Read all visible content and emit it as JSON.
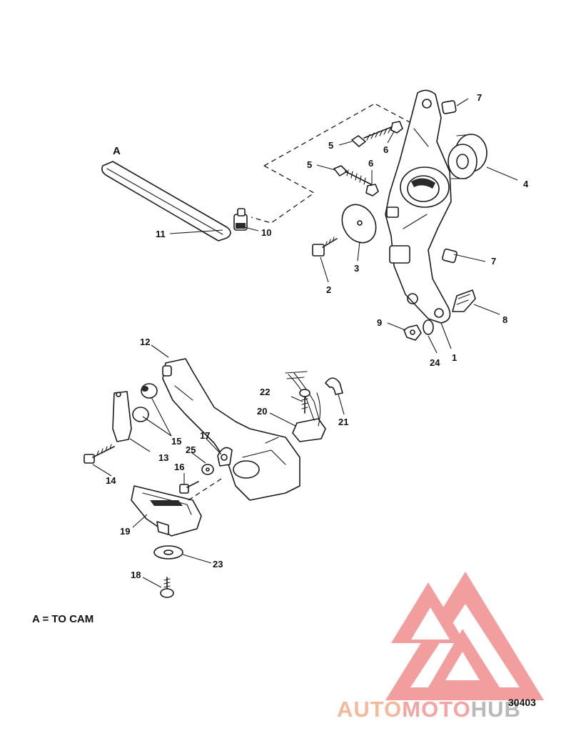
{
  "callouts": {
    "A": "A",
    "n1": "1",
    "n2": "2",
    "n3": "3",
    "n4": "4",
    "n5a": "5",
    "n5b": "5",
    "n6a": "6",
    "n6b": "6",
    "n7a": "7",
    "n7b": "7",
    "n8": "8",
    "n9": "9",
    "n10": "10",
    "n11": "11",
    "n12": "12",
    "n13": "13",
    "n14": "14",
    "n15": "15",
    "n16": "16",
    "n17": "17",
    "n18": "18",
    "n19": "19",
    "n20": "20",
    "n21": "21",
    "n22": "22",
    "n23": "23",
    "n24": "24",
    "n25": "25"
  },
  "note": "A = TO CAM",
  "drawing_number": "30403",
  "watermark": {
    "part1": "AUTO",
    "part2": "MOTO",
    "part3": "HUB",
    "color_auto": "#f5b99a",
    "color_moto": "#f5a3a3",
    "color_hub": "#b9b9b9",
    "triangle_color": "#f28e8e"
  }
}
